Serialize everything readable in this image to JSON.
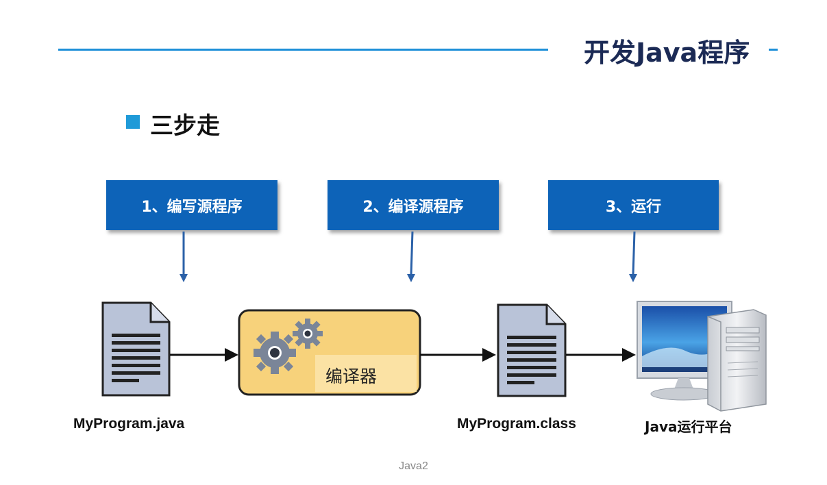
{
  "title": "开发Java程序",
  "section": "三步走",
  "steps": [
    {
      "label": "1、编写源程序"
    },
    {
      "label": "2、编译源程序"
    },
    {
      "label": "3、运行"
    }
  ],
  "compiler_label": "编译器",
  "labels": {
    "source_file": "MyProgram.java",
    "class_file": "MyProgram.class",
    "platform": "Java运行平台"
  },
  "footer": "Java2",
  "colors": {
    "accent_line": "#1d8fd8",
    "step_box": "#0d63b8",
    "arrow_blue": "#2b61a8",
    "compiler_fill": "#f7d27b",
    "document_fill": "#b9c3d8"
  }
}
